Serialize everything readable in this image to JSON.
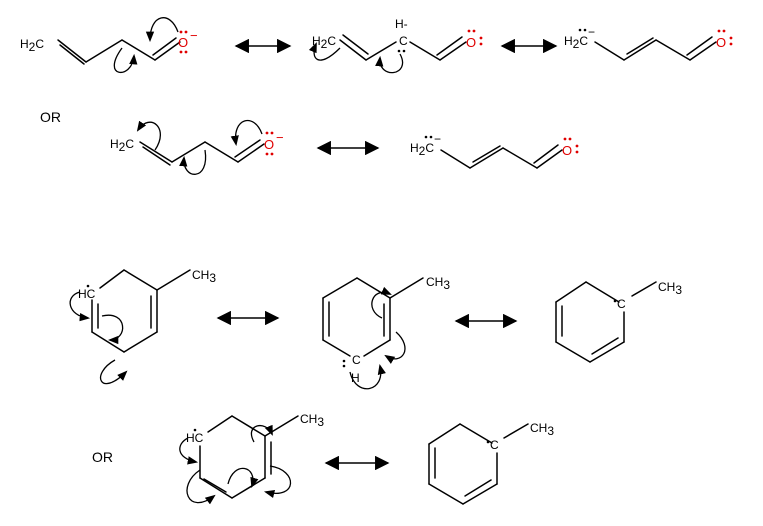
{
  "diagram": {
    "or_label_1": "OR",
    "or_label_2": "OR",
    "atoms": {
      "h2c": "H",
      "h2c_sub": "2",
      "h2c_tail": "C",
      "oxygen": "O",
      "charge_minus": "−",
      "carbon": "C",
      "h_minus": "H-",
      "hc": "HC",
      "h": "H",
      "ch3": "CH",
      "ch3_sub": "3"
    },
    "colors": {
      "bond": "#000000",
      "oxygen": "#e00000"
    }
  }
}
